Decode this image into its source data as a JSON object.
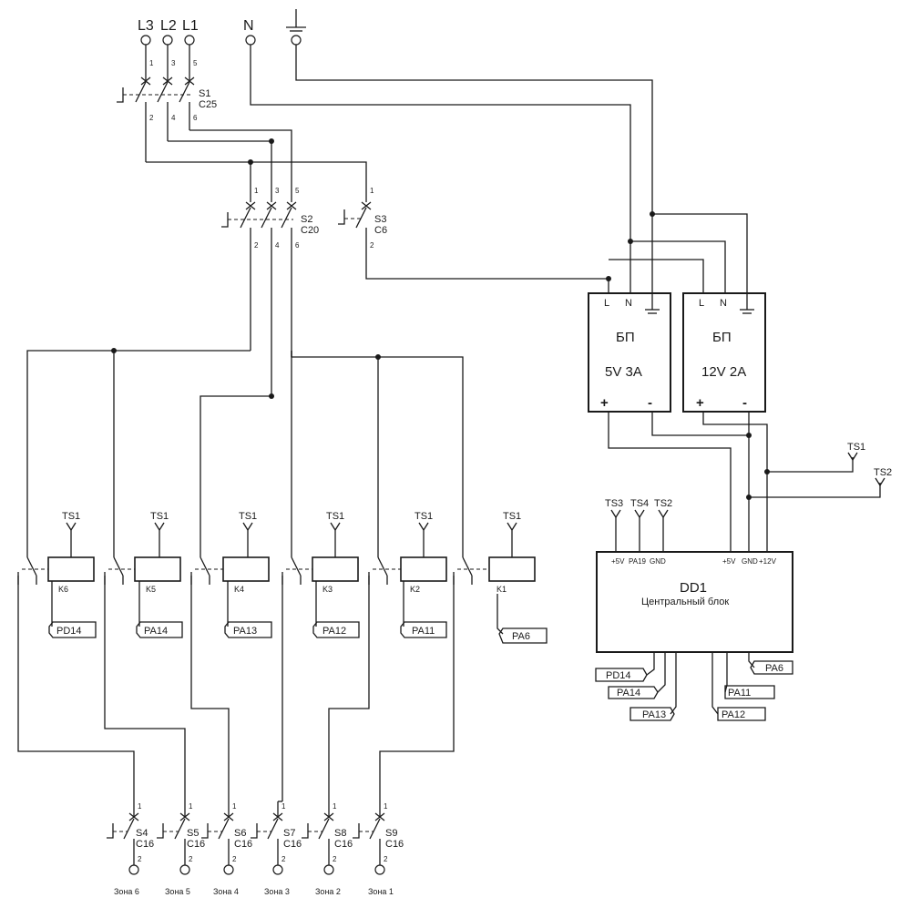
{
  "mains": {
    "phases": [
      "L3",
      "L2",
      "L1"
    ],
    "neutral": "N",
    "ground_icon": "ground-icon"
  },
  "breakers": {
    "main": {
      "name": "S1",
      "rating": "C25",
      "pins_in": [
        "1",
        "3",
        "5"
      ],
      "pins_out": [
        "2",
        "4",
        "6"
      ]
    },
    "relays_feed": {
      "name": "S2",
      "rating": "C20",
      "pins_in": [
        "1",
        "3",
        "5"
      ],
      "pins_out": [
        "2",
        "4",
        "6"
      ]
    },
    "psu_feed": {
      "name": "S3",
      "rating": "C6",
      "pin_in": "1",
      "pin_out": "2"
    }
  },
  "psus": [
    {
      "title": "БП",
      "rating": "5V 3A",
      "l": "L",
      "n": "N",
      "plus": "+",
      "minus": "-"
    },
    {
      "title": "БП",
      "rating": "12V 2A",
      "l": "L",
      "n": "N",
      "plus": "+",
      "minus": "-"
    }
  ],
  "sensors_right": [
    "TS1",
    "TS2"
  ],
  "controller": {
    "name": "DD1",
    "description": "Центральный блок",
    "left_pins": [
      "+5V",
      "PA19",
      "GND"
    ],
    "right_pins": [
      "+5V",
      "GND",
      "+12V"
    ],
    "top_sensors": [
      "TS3",
      "TS4",
      "TS2"
    ],
    "outputs": [
      "PD14",
      "PA14",
      "PA13",
      "PA12",
      "PA11",
      "PA6"
    ]
  },
  "relays": [
    {
      "name": "K6",
      "sensor": "TS1",
      "signal": "PD14"
    },
    {
      "name": "K5",
      "sensor": "TS1",
      "signal": "PA14"
    },
    {
      "name": "K4",
      "sensor": "TS1",
      "signal": "PA13"
    },
    {
      "name": "K3",
      "sensor": "TS1",
      "signal": "PA12"
    },
    {
      "name": "K2",
      "sensor": "TS1",
      "signal": "PA11"
    },
    {
      "name": "K1",
      "sensor": "TS1",
      "signal": "PA6"
    }
  ],
  "zones": [
    {
      "breaker": "S4",
      "rating": "C16",
      "pin_in": "1",
      "pin_out": "2",
      "label": "Зона 6"
    },
    {
      "breaker": "S5",
      "rating": "C16",
      "pin_in": "1",
      "pin_out": "2",
      "label": "Зона 5"
    },
    {
      "breaker": "S6",
      "rating": "C16",
      "pin_in": "1",
      "pin_out": "2",
      "label": "Зона 4"
    },
    {
      "breaker": "S7",
      "rating": "C16",
      "pin_in": "1",
      "pin_out": "2",
      "label": "Зона 3"
    },
    {
      "breaker": "S8",
      "rating": "C16",
      "pin_in": "1",
      "pin_out": "2",
      "label": "Зона 2"
    },
    {
      "breaker": "S9",
      "rating": "C16",
      "pin_in": "1",
      "pin_out": "2",
      "label": "Зона 1"
    }
  ]
}
